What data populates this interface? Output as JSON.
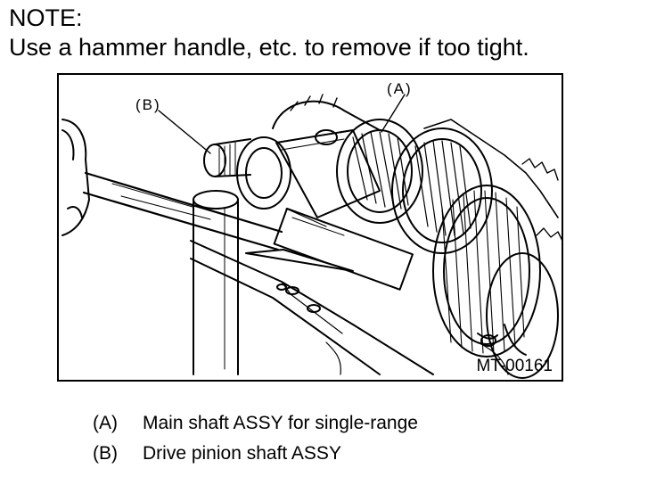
{
  "note": {
    "heading": "NOTE:",
    "text": "Use a hammer handle, etc. to remove if too tight."
  },
  "figure": {
    "callout_a": "(A)",
    "callout_b": "(B)",
    "figure_id": "MT-00161"
  },
  "legend": [
    {
      "key": "(A)",
      "text": "Main shaft ASSY for single-range"
    },
    {
      "key": "(B)",
      "text": "Drive pinion shaft ASSY"
    }
  ]
}
